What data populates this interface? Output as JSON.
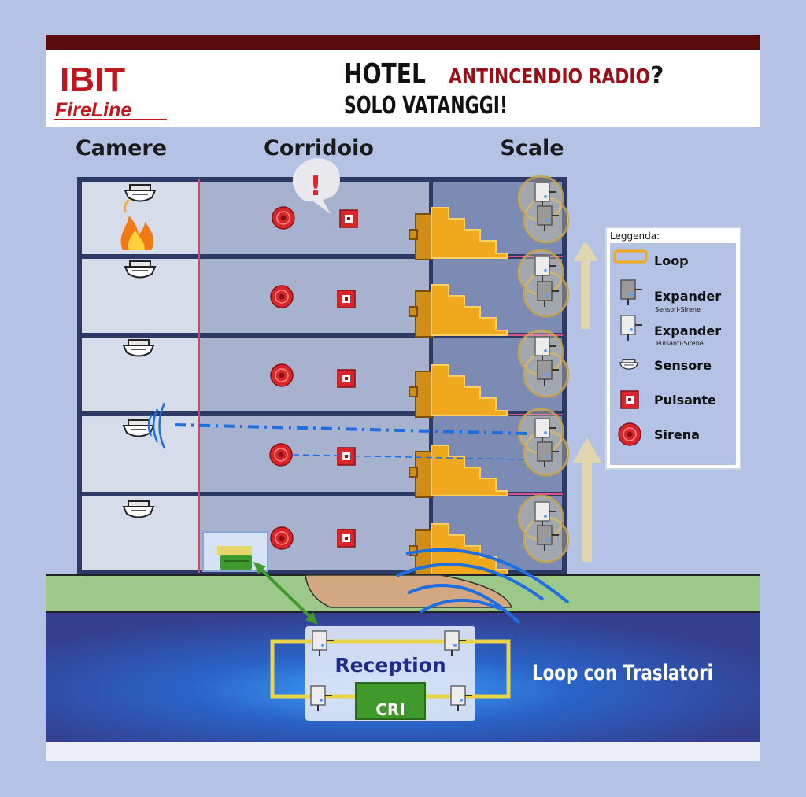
{
  "brand": {
    "name": "IBIT",
    "sub": "FireLine"
  },
  "headline": {
    "line1": "HOTEL",
    "highlight": "ANTINCENDIO RADIO",
    "qmark": "?",
    "line2": "SOLO VATANGGI!"
  },
  "columns": [
    "Camere",
    "Corridoio",
    "Scale"
  ],
  "alert_mark": "!",
  "legend": {
    "title": "Leggenda:",
    "items": [
      {
        "label": "Loop",
        "sub": "",
        "icon": "loop-icon"
      },
      {
        "label": "Expander",
        "sub": "Sensori-Sirene",
        "icon": "expander-dark-icon"
      },
      {
        "label": "Expander",
        "sub": "Pulsanti-Sirene",
        "icon": "expander-light-icon"
      },
      {
        "label": "Sensore",
        "sub": "",
        "icon": "smoke-sensor-icon"
      },
      {
        "label": "Pulsante",
        "sub": "",
        "icon": "call-point-icon"
      },
      {
        "label": "Sirena",
        "sub": "",
        "icon": "siren-icon"
      }
    ]
  },
  "reception": {
    "label": "Reception",
    "panel": "CRI"
  },
  "loop_caption": "Loop con Traslatori",
  "colors": {
    "brand_red": "#c0171e",
    "header_bar": "#5a0a0a",
    "stair_orange": "#f0a81d",
    "loop_yellow": "#e8d44a",
    "radio_blue": "#1f6fe0",
    "ground_green": "#9cc98a",
    "basement_blue": "#2c4da8"
  }
}
